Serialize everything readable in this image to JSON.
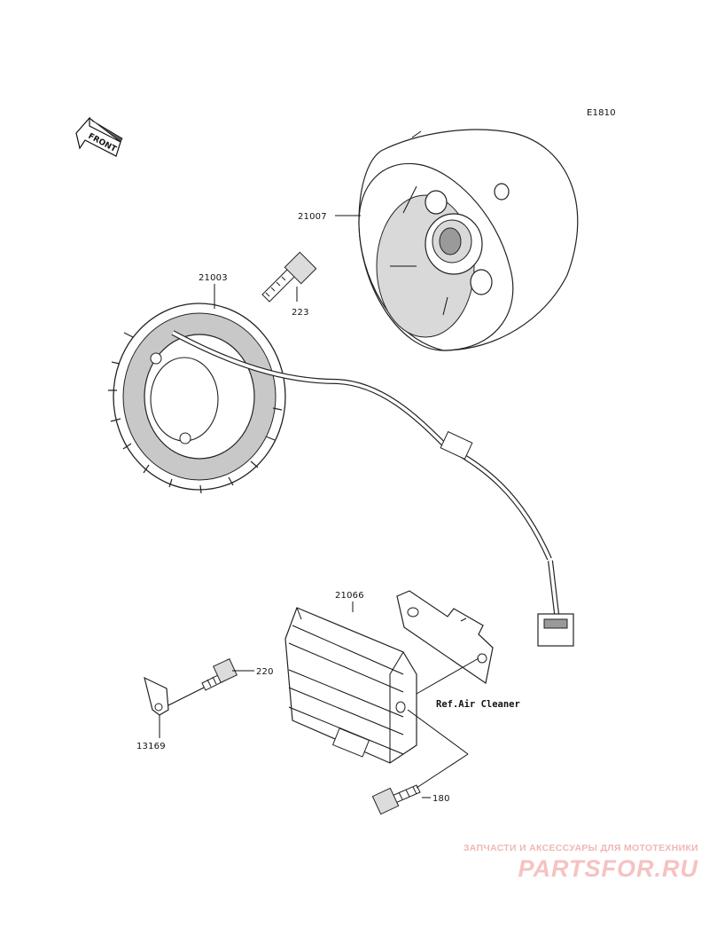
{
  "diagram": {
    "code": "E1810",
    "front_marker": "FRONT",
    "parts": {
      "flywheel": "21007",
      "stator": "21003",
      "stator_bolt": "223",
      "regulator": "21066",
      "regulator_bolt": "180",
      "bracket_bolt": "220",
      "bracket": "13169"
    },
    "reference": "Ref.Air Cleaner"
  },
  "watermark": {
    "tagline": "ЗАПЧАСТИ И АКСЕССУАРЫ ДЛЯ МОТОТЕХНИКИ",
    "logo": "PARTSFOR.RU"
  }
}
